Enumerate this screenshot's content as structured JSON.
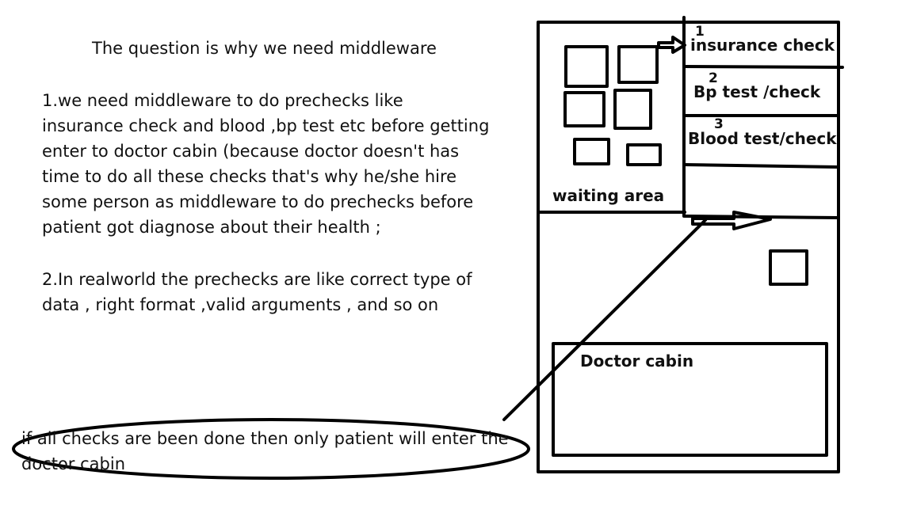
{
  "explanation": {
    "title": "The question is why we need middleware",
    "point1_lines": [
      "1.we need middleware to do prechecks  like",
      "insurance check and blood ,bp test etc before getting",
      "enter to doctor cabin (because doctor doesn't has",
      "time to do all these checks that's why he/she hire",
      "some person as  middleware to do prechecks before",
      "patient got diagnose about their health ;"
    ],
    "point2_lines": [
      "2.In realworld the prechecks are like correct type of",
      "data , right format ,valid arguments , and so on"
    ]
  },
  "note": {
    "lines": [
      "if all checks are been done then only patient will enter the",
      "doctor cabin"
    ]
  },
  "diagram": {
    "waiting_area_label": "waiting area",
    "checks": [
      {
        "number": "1",
        "label": "insurance check"
      },
      {
        "number": "2",
        "label": "Bp test /check"
      },
      {
        "number": "3",
        "label": "Blood test/check"
      }
    ],
    "doctor_cabin_label": "Doctor cabin"
  }
}
